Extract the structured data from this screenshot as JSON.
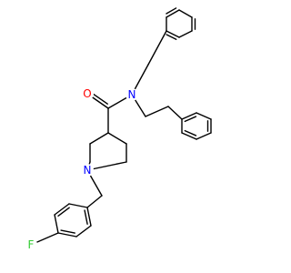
{
  "molecule": {
    "atom_labels": {
      "oxygen": "O",
      "amide_nitrogen": "N",
      "ring_nitrogen": "N",
      "fluorine": "F"
    },
    "colors": {
      "bond": "#000000",
      "oxygen": "#ff0000",
      "nitrogen": "#0000ff",
      "fluorine": "#33cc33"
    }
  }
}
